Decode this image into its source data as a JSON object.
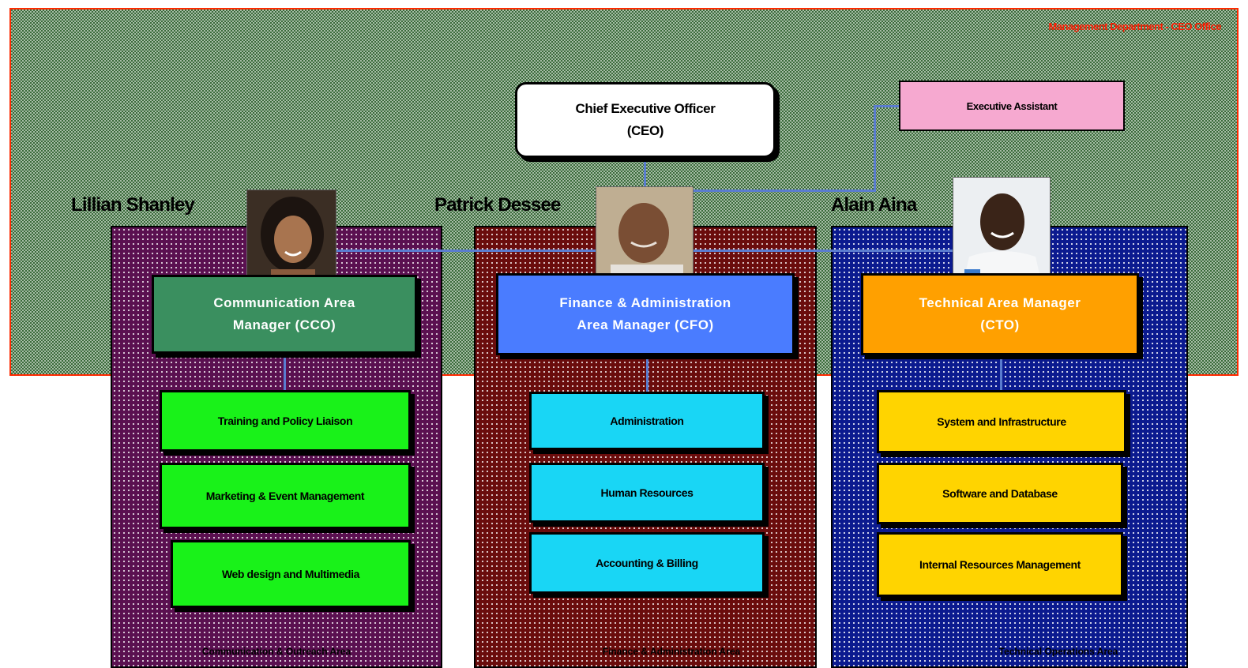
{
  "management": {
    "label": "Management Department - CEO Office"
  },
  "ceo": {
    "line1": "Chief Executive Officer",
    "line2": "(CEO)"
  },
  "executive_assistant": {
    "label": "Executive Assistant"
  },
  "departments": [
    {
      "person_name": "Lillian Shanley",
      "manager_line1": "Communication Area",
      "manager_line2": "Manager (CCO)",
      "units": [
        "Training and Policy Liaison",
        "Marketing & Event Management",
        "Web design and Multimedia"
      ],
      "footer": "Communication & Outreach Area",
      "color": "#3a8f5f"
    },
    {
      "person_name": "Patrick Dessee",
      "manager_line1": "Finance & Administration",
      "manager_line2": "Area Manager (CFO)",
      "units": [
        "Administration",
        "Human Resources",
        "Accounting & Billing"
      ],
      "footer": "Finance & Administration Area",
      "color": "#4a7cff"
    },
    {
      "person_name": "Alain Aina",
      "manager_line1": "Technical Area Manager",
      "manager_line2": "(CTO)",
      "units": [
        "System and Infrastructure",
        "Software and Database",
        "Internal Resources Management"
      ],
      "footer": "Technical Operations Area",
      "color": "#ffa000"
    }
  ],
  "colors": {
    "management_border": "#ff2a00",
    "management_fill": "#3a6b3a",
    "comm_dept": "#5a1050",
    "fin_dept": "#6a0c0c",
    "tech_dept": "#0b1a8f",
    "connector": "#5a7ccf"
  }
}
